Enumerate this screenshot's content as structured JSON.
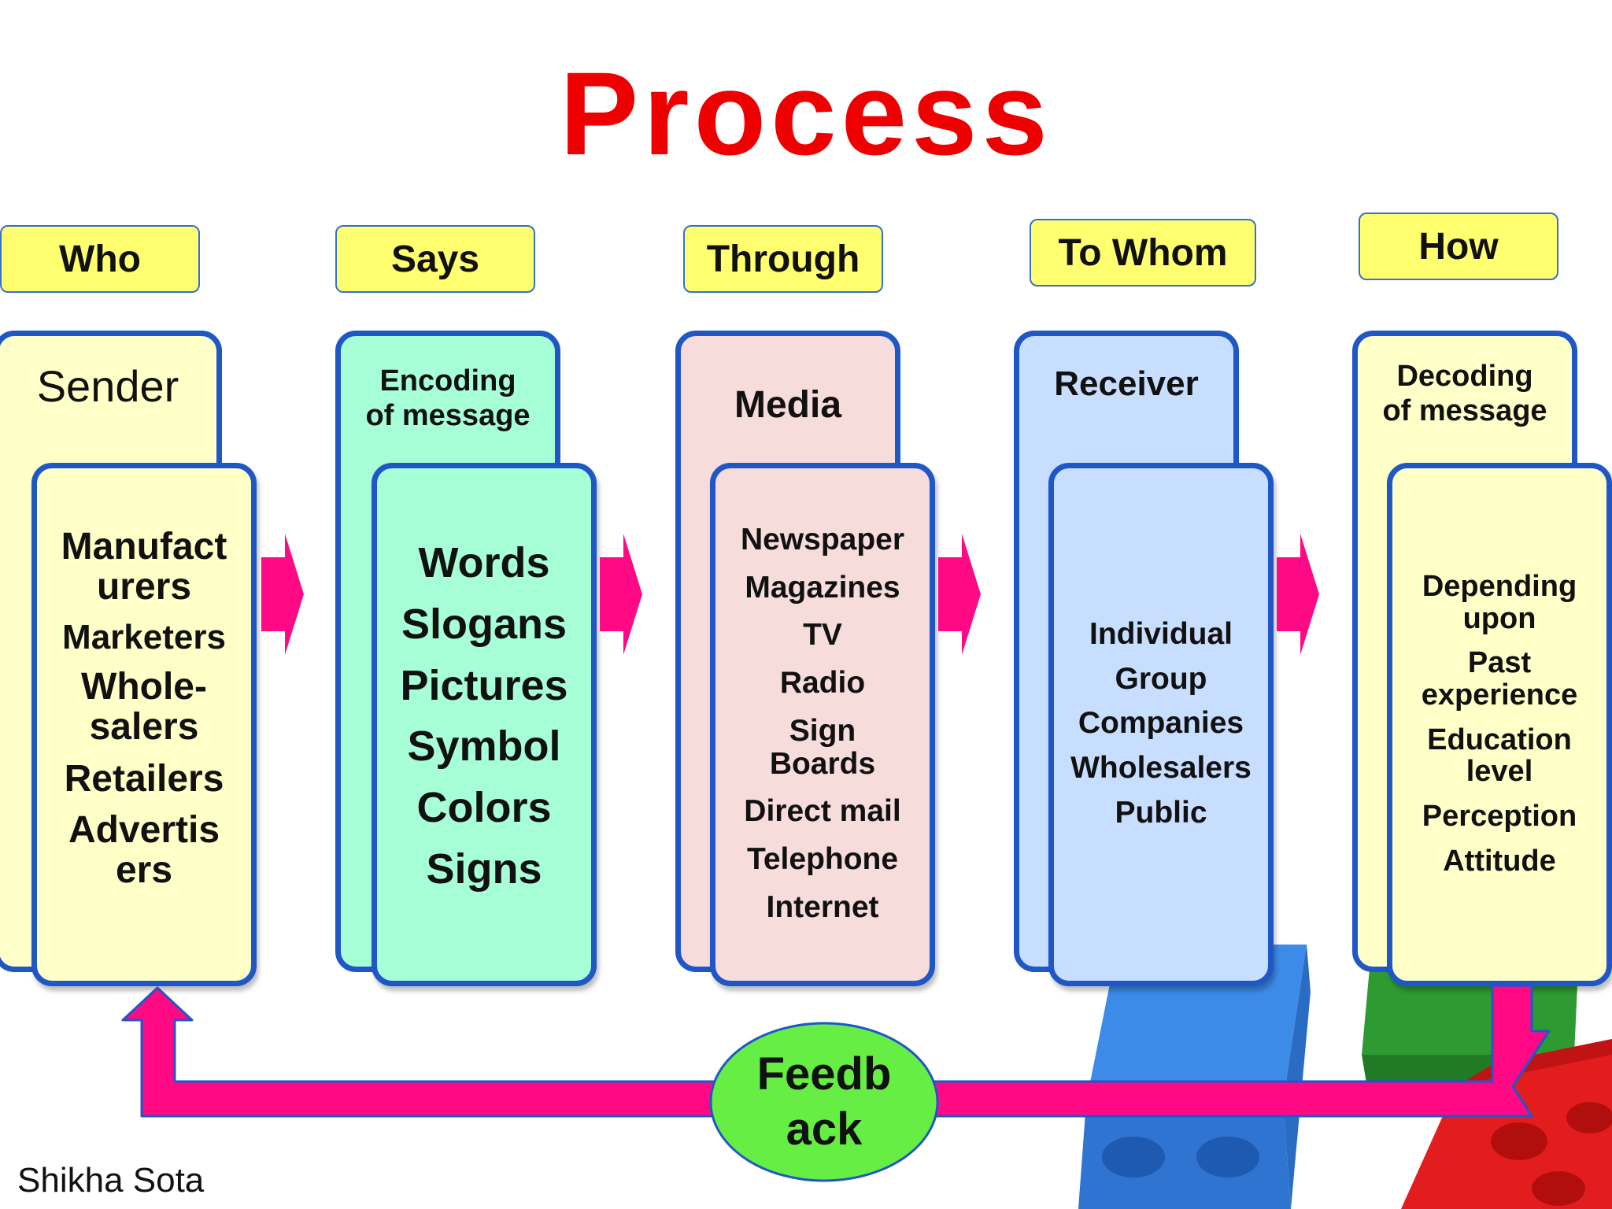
{
  "title": "Process",
  "headers": [
    "Who",
    "Says",
    "Through",
    "To Whom",
    "How"
  ],
  "back_labels": [
    "Sender",
    "Encoding\nof message",
    "Media",
    "Receiver",
    "Decoding\nof message"
  ],
  "lists": {
    "sender": [
      "Manufact\nurers",
      "Marketers",
      "Whole-\nsalers",
      "Retailers",
      "Advertis\ners"
    ],
    "encoding": [
      "Words",
      "Slogans",
      "Pictures",
      "Symbol",
      "Colors",
      "Signs"
    ],
    "media": [
      "Newspaper",
      "Magazines",
      "TV",
      "Radio",
      "Sign\nBoards",
      "Direct mail",
      "Telephone",
      "Internet"
    ],
    "receiver": [
      "Individual",
      "Group",
      "Companies",
      "Wholesalers",
      "Public"
    ],
    "decoding": [
      "Depending\nupon",
      "Past\nexperience",
      "Education\nlevel",
      "Perception",
      "Attitude"
    ]
  },
  "feedback": "Feedb\nack",
  "credit": "Shikha Sota",
  "colors": {
    "title": "#ee0000",
    "tag": "#ffff70",
    "border": "#1f57c6",
    "arrow": "#ff0a84",
    "feedback": "#66ee44",
    "yellow_card": "#ffffc8",
    "green_card": "#a6ffd6",
    "pink_card": "#f7dcdc",
    "blue_card": "#c8deff"
  }
}
